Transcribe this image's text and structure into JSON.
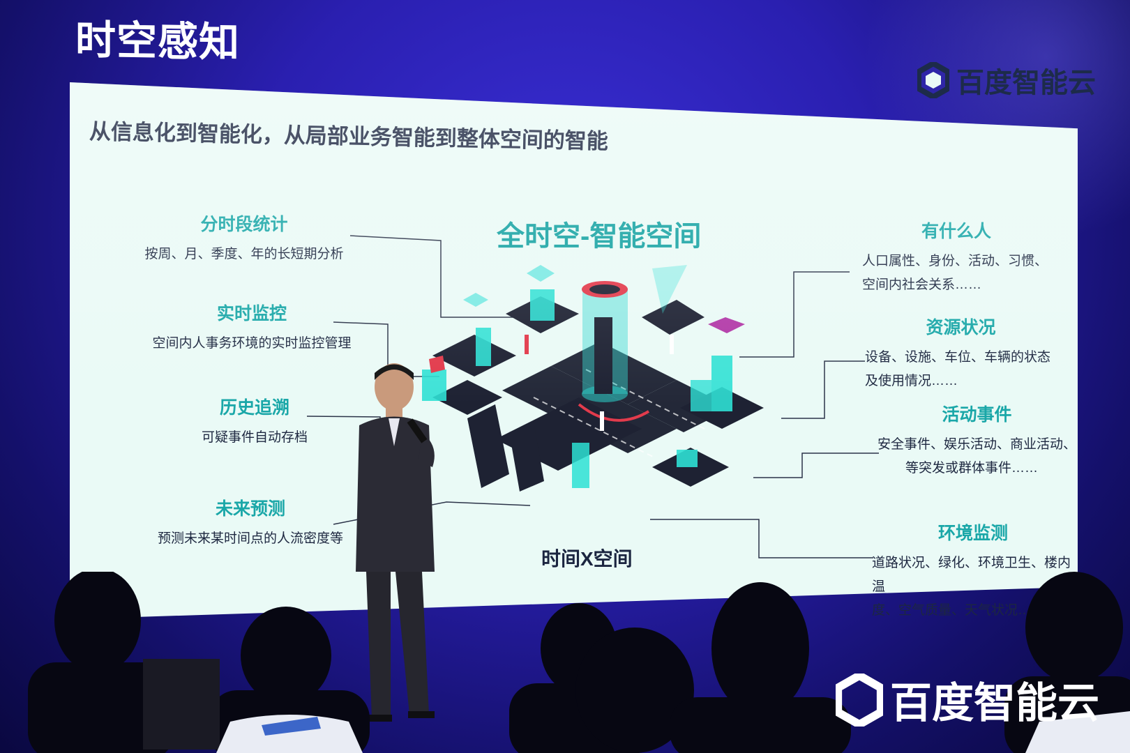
{
  "slide": {
    "header_title": "时空感知",
    "subtitle": "从信息化到智能化，从局部业务智能到整体空间的智能",
    "center_title": "全时空-智能空间",
    "bottom_label": "时间X空间",
    "logo_text": "百度智能云"
  },
  "left_features": [
    {
      "title": "分时段统计",
      "desc": [
        "按周、月、季度、年的长短期分析"
      ]
    },
    {
      "title": "实时监控",
      "desc": [
        "空间内人事务环境的实时监控管理"
      ]
    },
    {
      "title": "历史追溯",
      "desc": [
        "可疑事件自动存档"
      ]
    },
    {
      "title": "未来预测",
      "desc": [
        "预测未来某时间点的人流密度等"
      ]
    }
  ],
  "right_features": [
    {
      "title": "有什么人",
      "desc": [
        "人口属性、身份、活动、习惯、",
        "空间内社会关系……"
      ]
    },
    {
      "title": "资源状况",
      "desc": [
        "设备、设施、车位、车辆的状态",
        "及使用情况……"
      ]
    },
    {
      "title": "活动事件",
      "desc": [
        "安全事件、娱乐活动、商业活动、",
        "等突发或群体事件……"
      ]
    },
    {
      "title": "环境监测",
      "desc": [
        "道路状况、绿化、环境卫生、楼内温",
        "度、空气质量、天气状况……"
      ]
    }
  ],
  "stage": {
    "banner_logo_text": "百度智能云"
  },
  "colors": {
    "wall": "#2a1fb0",
    "screen": "#eafaf6",
    "accent_teal": "#1aa7a8",
    "text_dark": "#1b2540",
    "illustration_dark": "#1e2233",
    "illustration_glow": "#37e0d8",
    "illustration_red": "#e23b4c"
  },
  "icons": [
    "baidu-hexagon-icon"
  ]
}
